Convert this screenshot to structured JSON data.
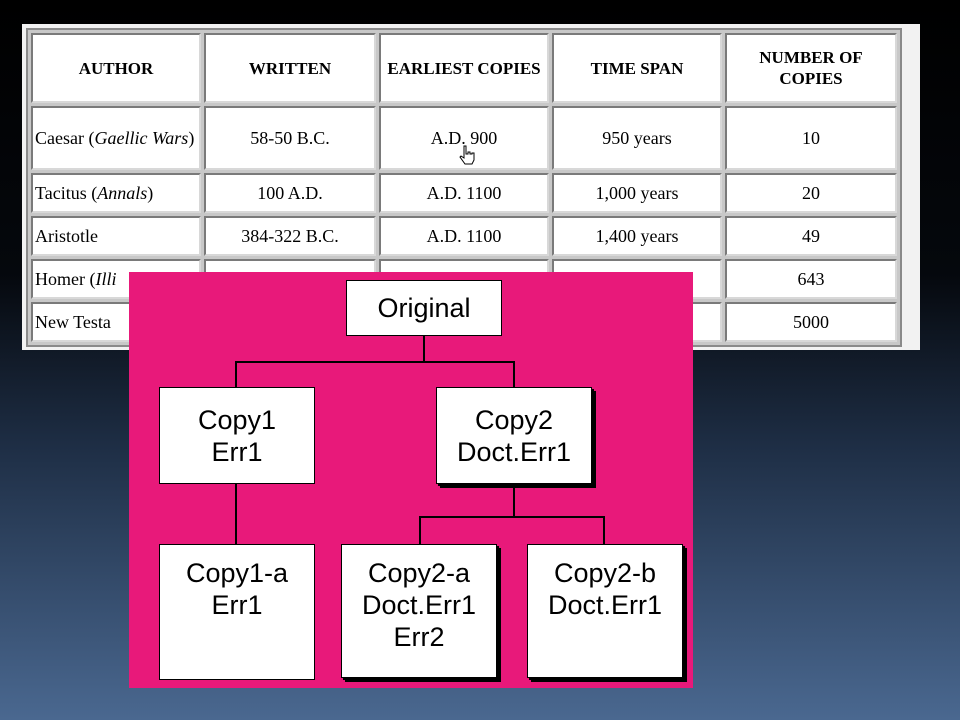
{
  "table": {
    "headers": [
      "AUTHOR",
      "WRITTEN",
      "EARLIEST COPIES",
      "TIME SPAN",
      "NUMBER OF COPIES"
    ],
    "rows": [
      {
        "author_prefix": "Caesar (",
        "author_italic": "Gaellic Wars",
        "author_suffix": ")",
        "written": "58-50 B.C.",
        "earliest": "A.D. 900",
        "span": "950 years",
        "copies": "10"
      },
      {
        "author_prefix": "Tacitus (",
        "author_italic": "Annals",
        "author_suffix": ")",
        "written": "100 A.D.",
        "earliest": "A.D. 1100",
        "span": "1,000 years",
        "copies": "20"
      },
      {
        "author_prefix": "Aristotle",
        "author_italic": "",
        "author_suffix": "",
        "written": "384-322 B.C.",
        "earliest": "A.D. 1100",
        "span": "1,400 years",
        "copies": "49"
      },
      {
        "author_prefix": "Homer (",
        "author_italic": "Illi",
        "author_suffix": "",
        "written": "",
        "earliest": "",
        "span": "",
        "copies": "643"
      },
      {
        "author_prefix": "New Testa",
        "author_italic": "",
        "author_suffix": "",
        "written": "",
        "earliest": "",
        "span": "",
        "copies": "5000"
      }
    ]
  },
  "diagram": {
    "original": [
      "Original"
    ],
    "copy1": [
      "Copy1",
      "Err1"
    ],
    "copy2": [
      "Copy2",
      "Doct.Err1"
    ],
    "copy1a": [
      "Copy1-a",
      "Err1"
    ],
    "copy2a": [
      "Copy2-a",
      "Doct.Err1",
      "Err2"
    ],
    "copy2b": [
      "Copy2-b",
      "Doct.Err1"
    ]
  },
  "colors": {
    "diagram_bg": "#e8197a",
    "table_bg": "#ffffff"
  }
}
